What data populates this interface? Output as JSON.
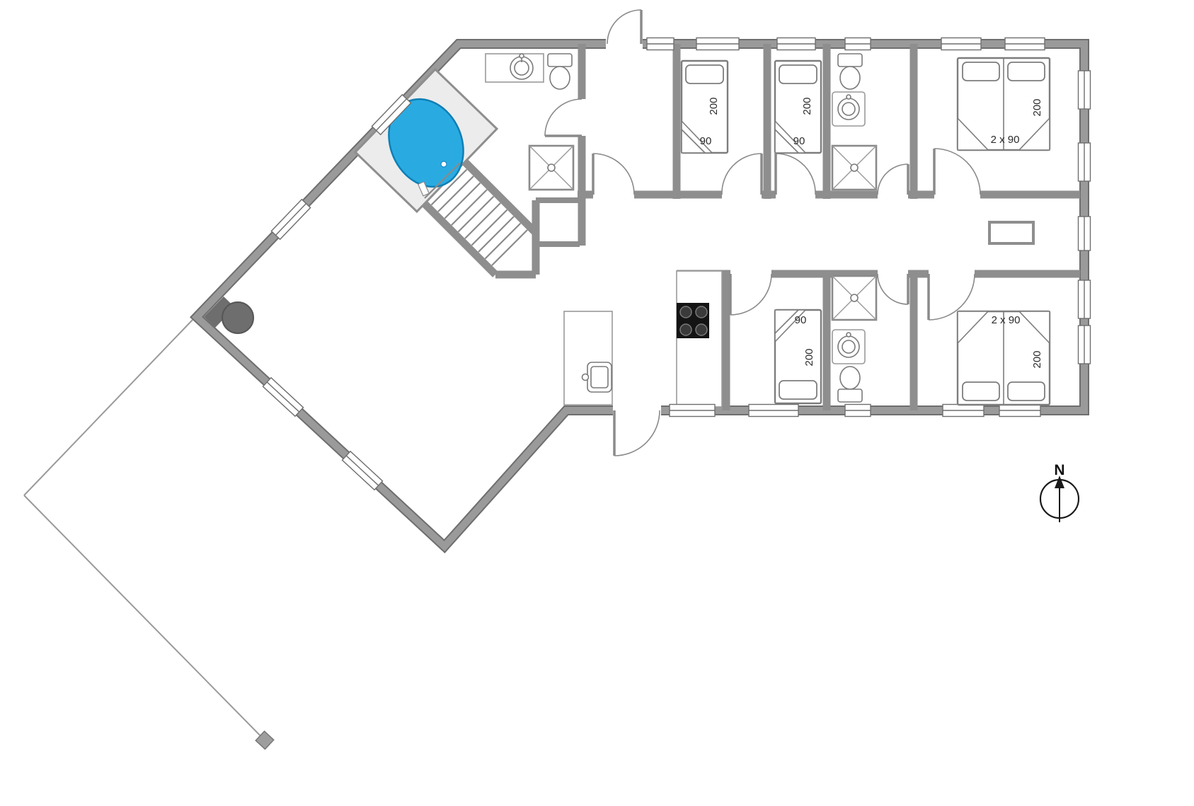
{
  "plan": {
    "compass": "N",
    "rooms": {
      "bedroom_top_1": {
        "bed_length": "200",
        "bed_width": "90"
      },
      "bedroom_top_2": {
        "bed_length": "200",
        "bed_width": "90"
      },
      "bedroom_top_double": {
        "bed_size": "2 x 90",
        "bed_length": "200"
      },
      "bedroom_bottom_1": {
        "bed_length": "200",
        "bed_width": "90"
      },
      "bedroom_bottom_double": {
        "bed_size": "2 x 90",
        "bed_length": "200"
      }
    },
    "colors": {
      "wall": "#8e8e8e",
      "spa": "#29abe2",
      "stove": "#141414",
      "fireplace": "#6e6e6e"
    }
  }
}
